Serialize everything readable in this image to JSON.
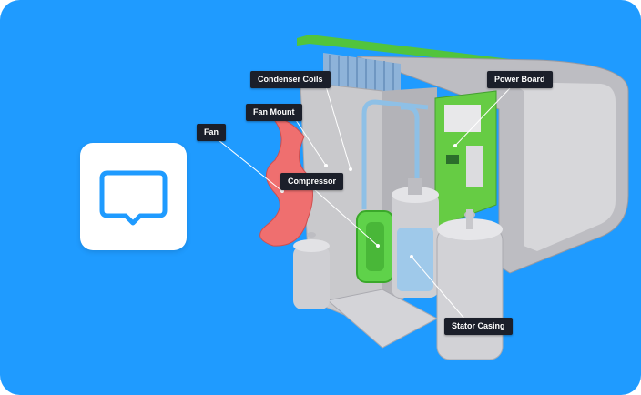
{
  "app_icon": {
    "icon": "speech-bubble-icon",
    "color": "#1f9bff"
  },
  "background_color": "#1f9bff",
  "model": {
    "name": "air-conditioner-exploded-view"
  },
  "labels": {
    "condenser_coils": "Condenser Coils",
    "fan_mount": "Fan Mount",
    "fan": "Fan",
    "compressor": "Compressor",
    "power_board": "Power Board",
    "stator_casing": "Stator Casing"
  }
}
